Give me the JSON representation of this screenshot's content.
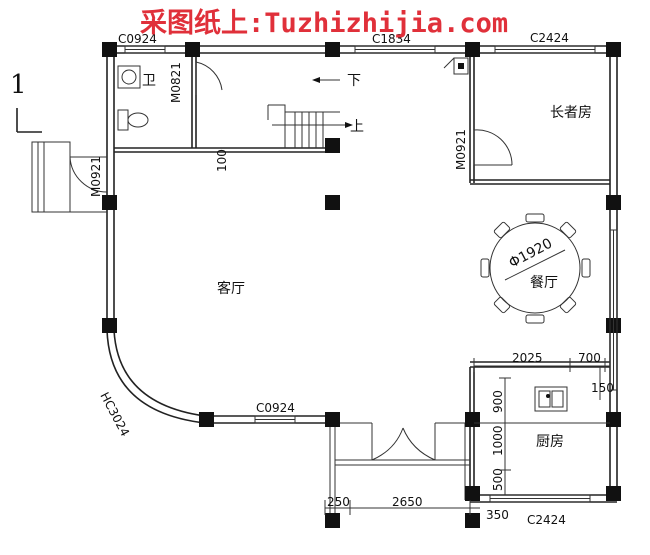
{
  "watermark": "采图纸上:Tuzhizhijia.com",
  "section_mark": "1",
  "rooms": {
    "bathroom": "卫",
    "elder_room": "长者房",
    "dining": "餐厅",
    "living": "客厅",
    "kitchen": "厨房"
  },
  "stairs": {
    "down": "下",
    "up": "上"
  },
  "door_codes": {
    "bath": "M0821",
    "elder": "M0921",
    "entry": "M0921"
  },
  "window_codes": {
    "top_left": "C0924",
    "top_mid": "C1834",
    "top_right": "C2424",
    "bottom_mid": "C0924",
    "bottom_right": "C2424",
    "bay": "HC3024"
  },
  "table_label": "Φ1920",
  "dimensions": {
    "d100": "100",
    "d2025": "2025",
    "d700": "700",
    "d150": "150",
    "d900": "900",
    "d1000": "1000",
    "d500": "500",
    "d250": "250",
    "d2650": "2650",
    "d350": "350"
  }
}
